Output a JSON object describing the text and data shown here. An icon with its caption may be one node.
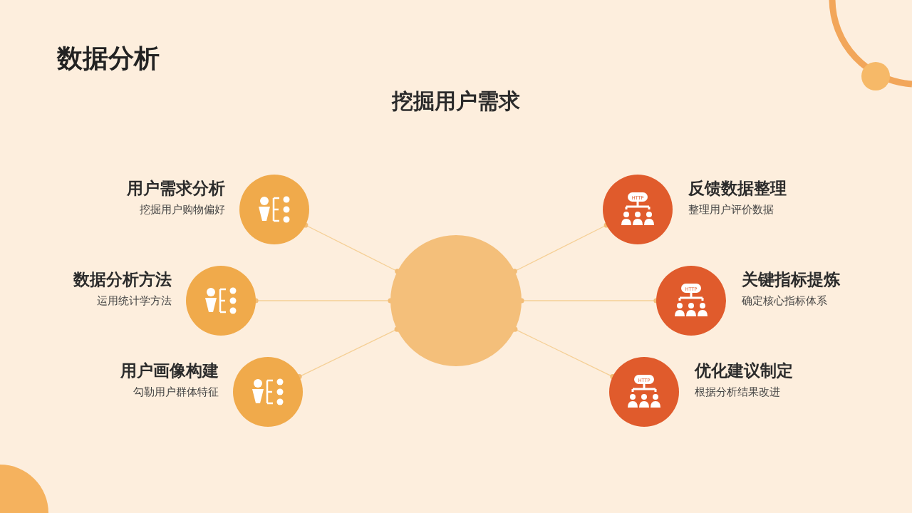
{
  "diagram": {
    "title": "数据分析",
    "nodes": [
      {
        "text": [],
        "shape": "circle"
      },
      {
        "text": [
          "用户需求分析",
          "挖掘用户购物偏好"
        ]
      },
      {
        "text": [
          "数据分析方法",
          "运用统计学方法"
        ]
      },
      {
        "text": [
          "用户画像构建",
          "勾勒用户群体特征"
        ]
      },
      {
        "text": [
          "反馈数据整理",
          "整理用户评价数据"
        ]
      },
      {
        "text": [
          "关键指标提炼",
          "确定核心指标体系"
        ]
      },
      {
        "text": [
          "优化建议制定",
          "根据分析结果改进"
        ]
      }
    ],
    "edges": [
      {
        "from": 0,
        "to": 1,
        "arrow": "other"
      },
      {
        "from": 0,
        "to": 2,
        "arrow": "other"
      },
      {
        "from": 0,
        "to": 3,
        "arrow": "other"
      },
      {
        "from": 0,
        "to": 4,
        "arrow": "other"
      },
      {
        "from": 0,
        "to": 5,
        "arrow": "other"
      },
      {
        "from": 0,
        "to": 6,
        "arrow": "other"
      }
    ],
    "labels": [
      "挖掘用户需求",
      "HTTP",
      "HTTP",
      "HTTP"
    ]
  }
}
